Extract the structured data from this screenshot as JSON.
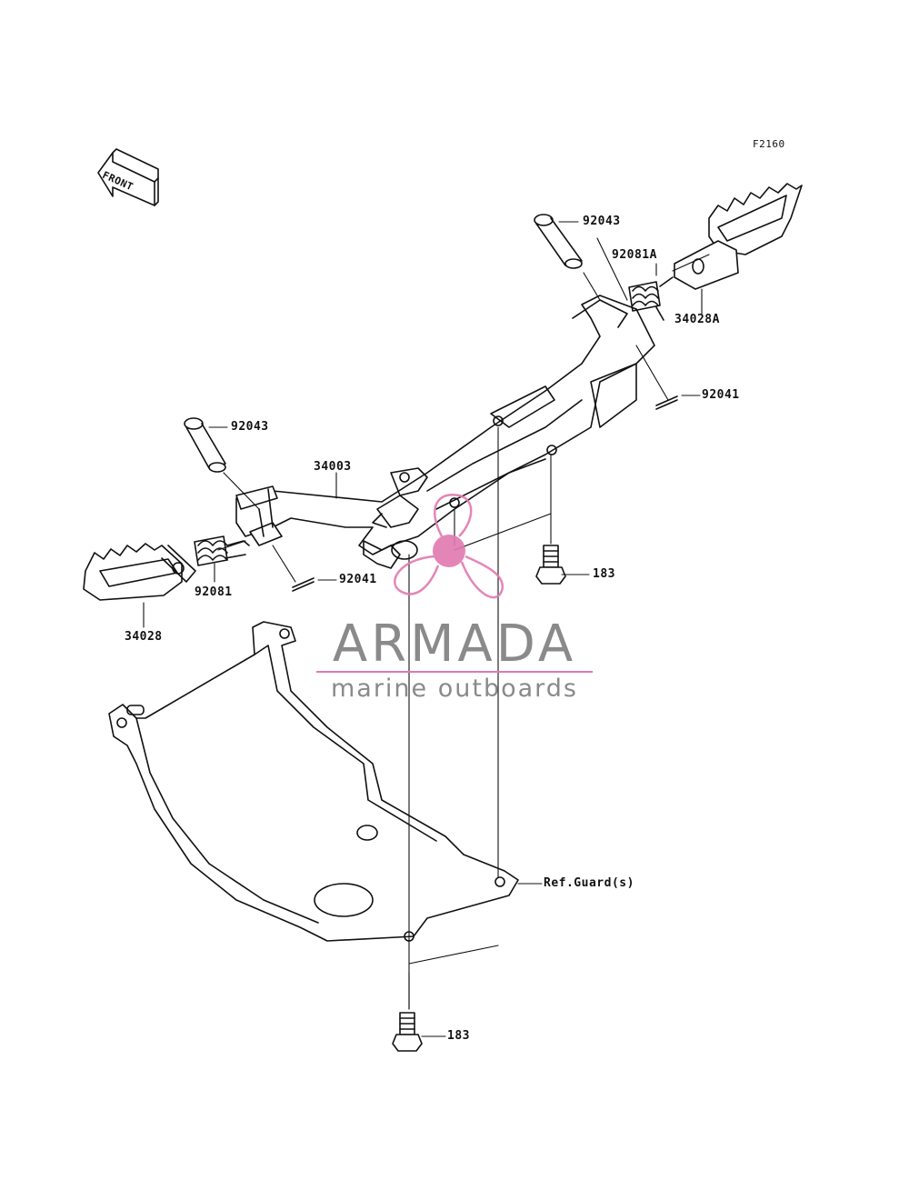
{
  "diagram": {
    "code": "F2160",
    "front_label": "FRONT",
    "labels": {
      "p92043_right": "92043",
      "p92081A": "92081A",
      "p34028A": "34028A",
      "p92041_right": "92041",
      "p92043_left": "92043",
      "p34003": "34003",
      "p92041_left": "92041",
      "p92081": "92081",
      "p34028": "34028",
      "p183_top": "183",
      "p183_bottom": "183",
      "ref_guard": "Ref.Guard(s)"
    }
  },
  "watermark": {
    "brand": "ARMADA",
    "tagline": "marine outboards",
    "accent_color": "#e07ab0",
    "text_color": "#8a8a8a"
  }
}
